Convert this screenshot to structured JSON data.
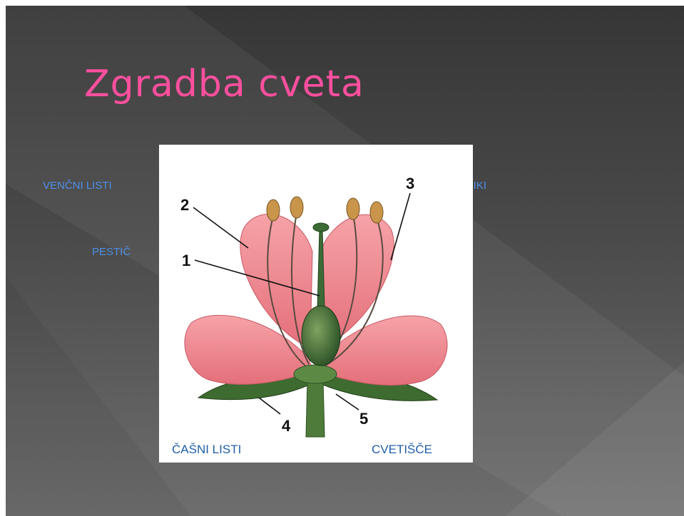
{
  "slide": {
    "title": "Zgradba cveta",
    "labels": {
      "venčni_listi": "VENČNI LISTI",
      "pestič": "PESTIČ",
      "prašniki": "PRAŠNIKI",
      "čašni_listi": "ČAŠNI LISTI",
      "cvetišče": "CVETIŠČE"
    },
    "diagram_numbers": [
      "1",
      "2",
      "3",
      "4",
      "5"
    ]
  },
  "colors": {
    "title": "#ff4f9e",
    "side_labels": "#4f8fe6",
    "picture_labels": "#1f5fa8",
    "petal": "#f28f96",
    "sepal": "#3e6b2f",
    "pistil": "#3d6b35",
    "anther": "#c9954a"
  }
}
